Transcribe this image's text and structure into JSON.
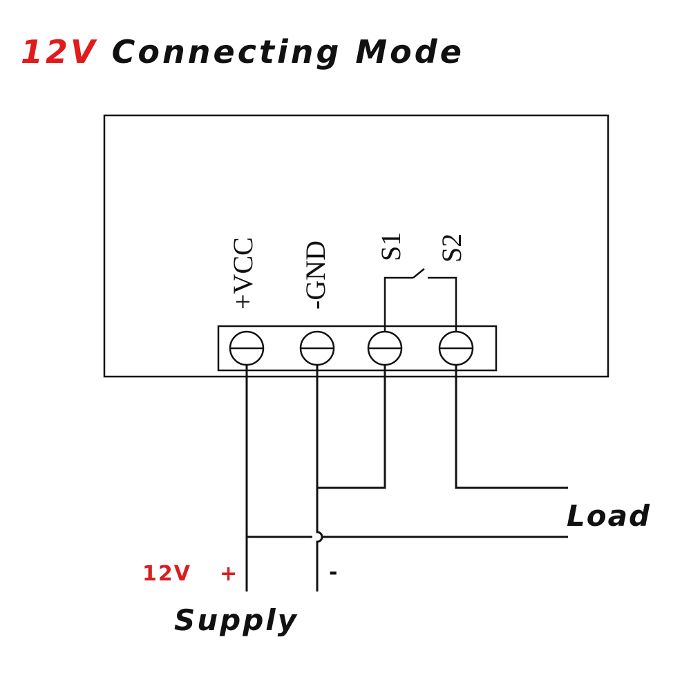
{
  "title": {
    "accent": "12V",
    "rest": "Connecting Mode"
  },
  "terminals": [
    {
      "id": "vcc",
      "label": "+VCC"
    },
    {
      "id": "gnd",
      "label": "-GND"
    },
    {
      "id": "s1",
      "label": "S1"
    },
    {
      "id": "s2",
      "label": "S2"
    }
  ],
  "load_label": "Load",
  "supply": {
    "voltage": "12V",
    "plus": "+",
    "minus": "-",
    "label": "Supply"
  },
  "colors": {
    "accent": "#e01b1b",
    "line": "#111111"
  }
}
